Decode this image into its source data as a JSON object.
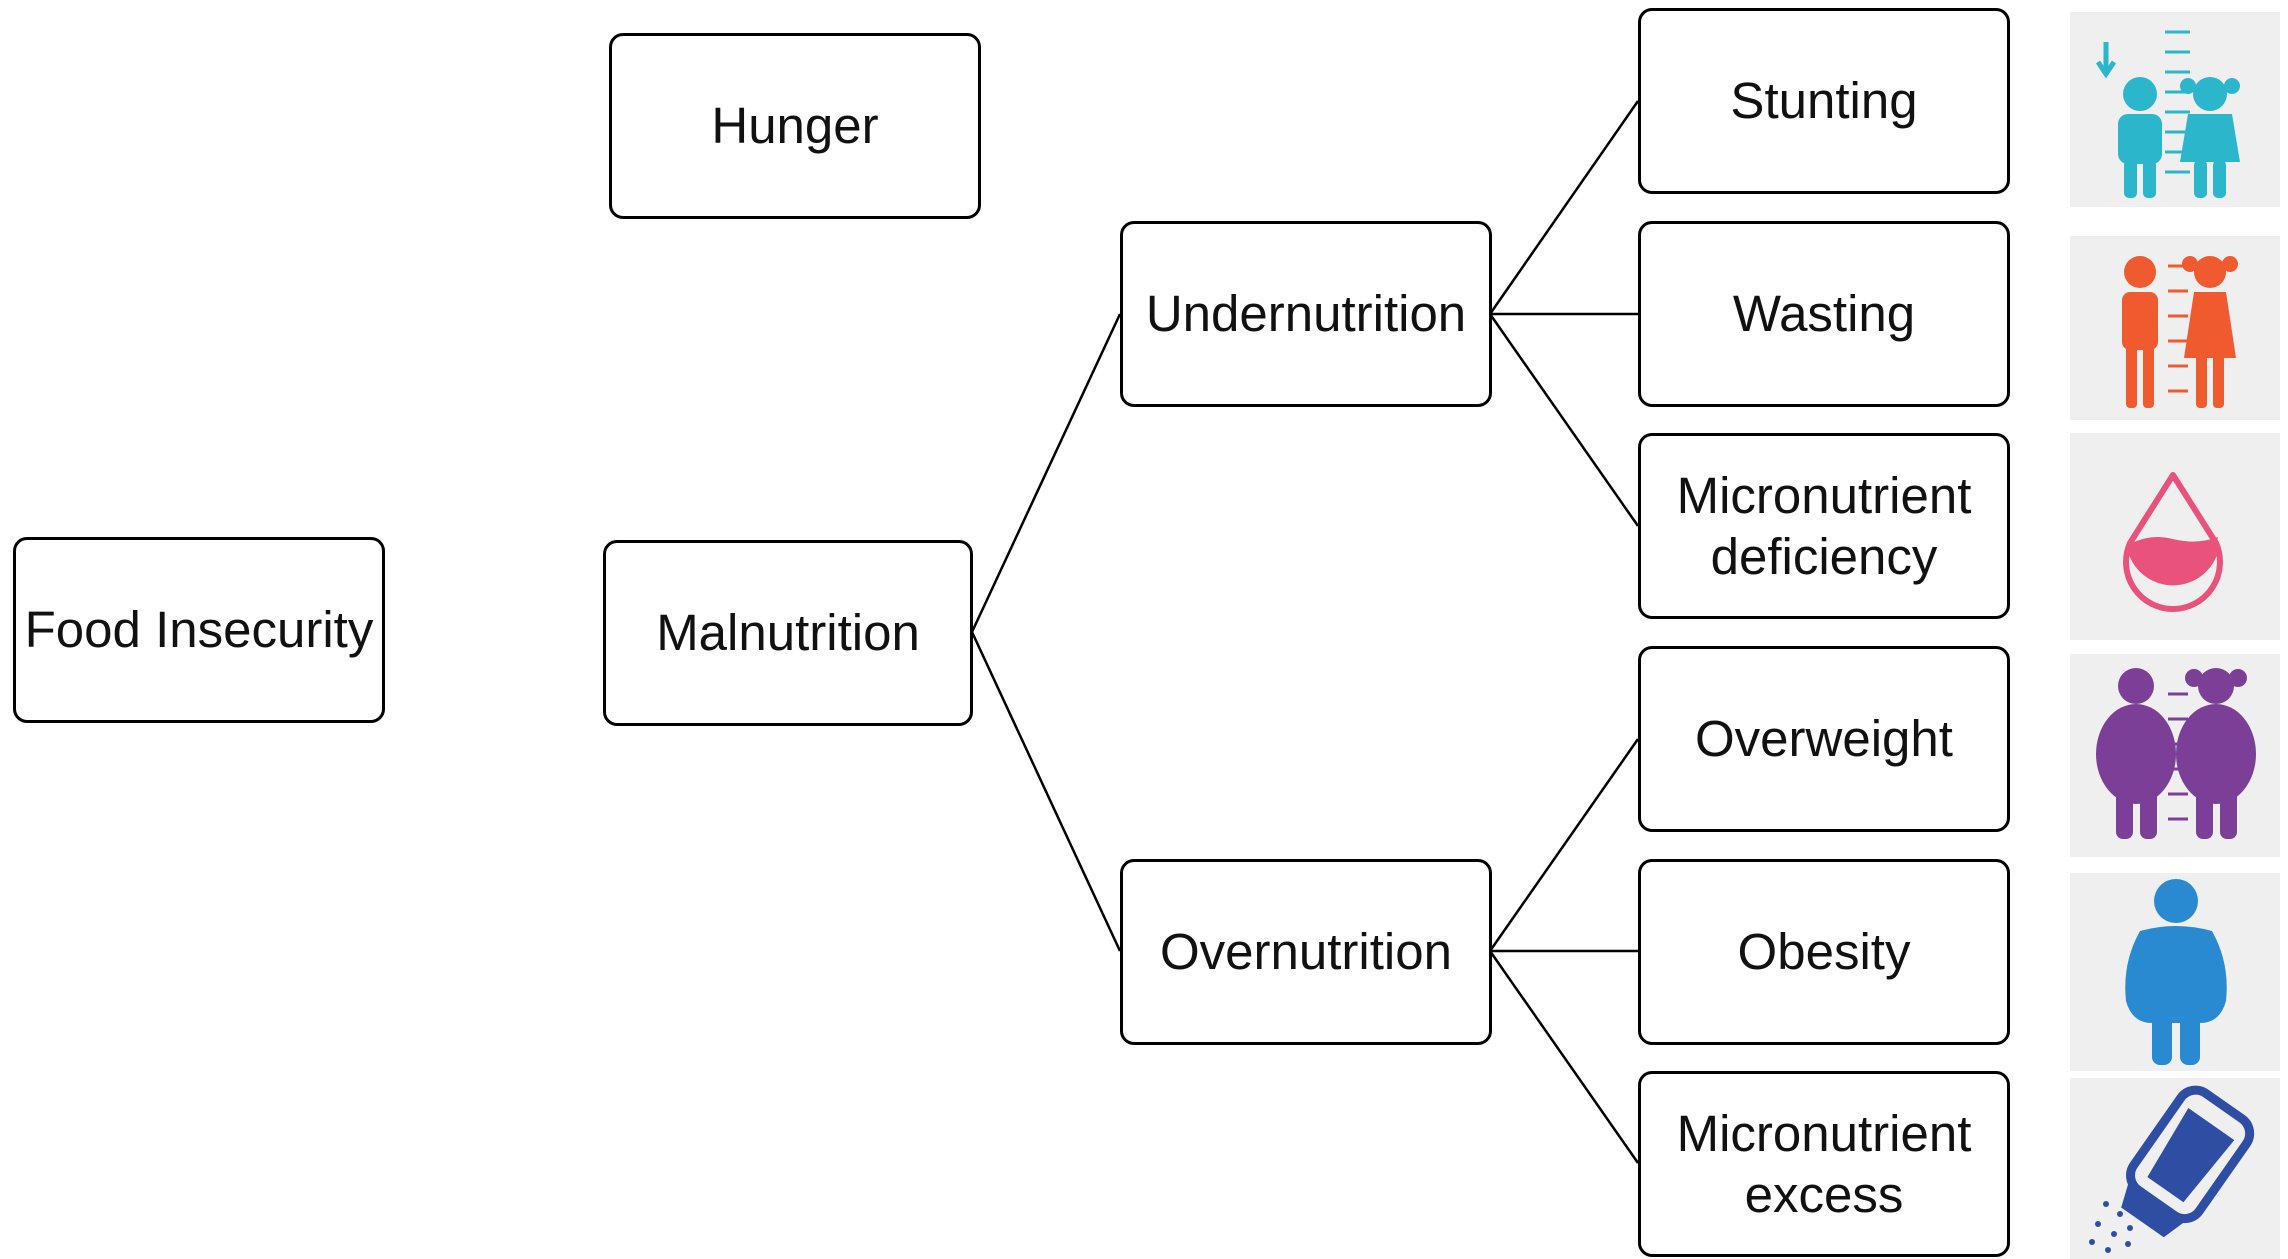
{
  "diagram": {
    "nodes": {
      "food_insecurity": "Food Insecurity",
      "hunger": "Hunger",
      "malnutrition": "Malnutrition",
      "undernutrition": "Undernutrition",
      "overnutrition": "Overnutrition",
      "stunting": "Stunting",
      "wasting": "Wasting",
      "micronutrient_deficiency": [
        "Micronutrient",
        "deficiency"
      ],
      "overweight": "Overweight",
      "obesity": "Obesity",
      "micronutrient_excess": [
        "Micronutrient",
        "excess"
      ]
    },
    "edges": [
      [
        "malnutrition",
        "undernutrition"
      ],
      [
        "malnutrition",
        "overnutrition"
      ],
      [
        "undernutrition",
        "stunting"
      ],
      [
        "undernutrition",
        "wasting"
      ],
      [
        "undernutrition",
        "micronutrient_deficiency"
      ],
      [
        "overnutrition",
        "overweight"
      ],
      [
        "overnutrition",
        "obesity"
      ],
      [
        "overnutrition",
        "micronutrient_excess"
      ]
    ],
    "icons": [
      {
        "name": "stunting-children-icon",
        "color": "#2bb6cc"
      },
      {
        "name": "wasting-children-icon",
        "color": "#ef5a2f"
      },
      {
        "name": "micronutrient-drop-icon",
        "color": "#e9527b"
      },
      {
        "name": "overweight-children-icon",
        "color": "#7b3f98"
      },
      {
        "name": "obesity-person-icon",
        "color": "#2a8ad1"
      },
      {
        "name": "salt-shaker-icon",
        "color": "#2e4ea3"
      }
    ]
  }
}
